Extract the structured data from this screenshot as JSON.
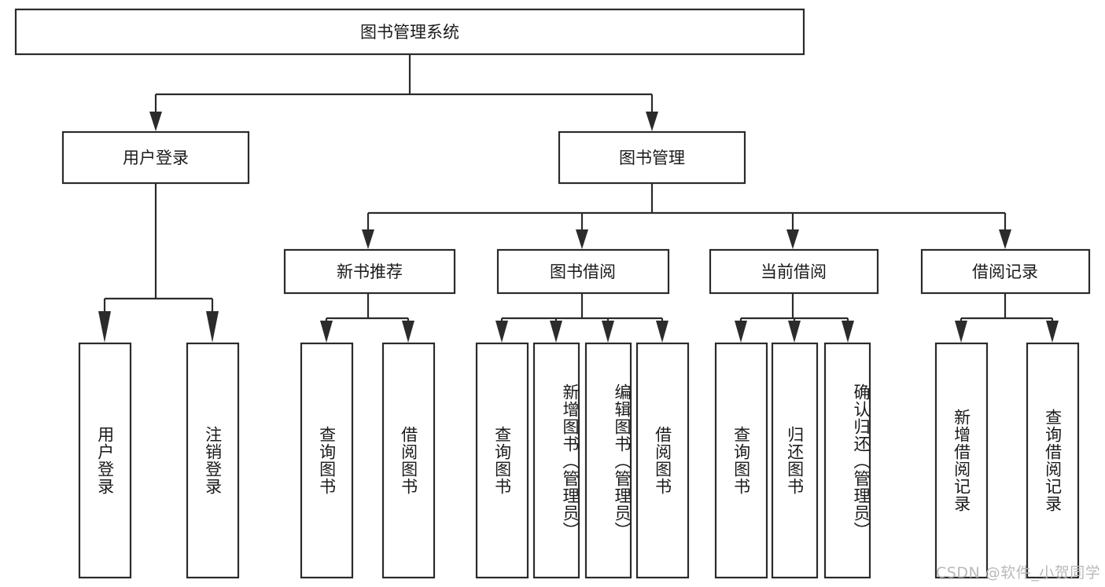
{
  "diagram": {
    "type": "tree-hierarchy-functional-decomposition",
    "root": {
      "id": "root",
      "label": "图书管理系统",
      "orientation": "horizontal"
    },
    "level2": [
      {
        "id": "user-login",
        "label": "用户登录",
        "orientation": "horizontal"
      },
      {
        "id": "book-manage",
        "label": "图书管理",
        "orientation": "horizontal"
      }
    ],
    "level3": [
      {
        "id": "new-book-recommend",
        "label": "新书推荐",
        "orientation": "horizontal",
        "parent": "book-manage"
      },
      {
        "id": "book-borrow",
        "label": "图书借阅",
        "orientation": "horizontal",
        "parent": "book-manage"
      },
      {
        "id": "current-borrow",
        "label": "当前借阅",
        "orientation": "horizontal",
        "parent": "book-manage"
      },
      {
        "id": "borrow-record",
        "label": "借阅记录",
        "orientation": "horizontal",
        "parent": "book-manage"
      }
    ],
    "leaves": [
      {
        "id": "leaf-user-login",
        "label": "用户登录",
        "orientation": "vertical",
        "parent": "user-login"
      },
      {
        "id": "leaf-logout-login",
        "label": "注销登录",
        "orientation": "vertical",
        "parent": "user-login"
      },
      {
        "id": "leaf-query-book-1",
        "label": "查询图书",
        "orientation": "vertical",
        "parent": "new-book-recommend"
      },
      {
        "id": "leaf-borrow-book-1",
        "label": "借阅图书",
        "orientation": "vertical",
        "parent": "new-book-recommend"
      },
      {
        "id": "leaf-query-book-2",
        "label": "查询图书",
        "orientation": "vertical",
        "parent": "book-borrow"
      },
      {
        "id": "leaf-add-book",
        "label": "新增图书（管理员）",
        "orientation": "vertical",
        "parent": "book-borrow"
      },
      {
        "id": "leaf-edit-book",
        "label": "编辑图书（管理员）",
        "orientation": "vertical",
        "parent": "book-borrow"
      },
      {
        "id": "leaf-borrow-book-2",
        "label": "借阅图书",
        "orientation": "vertical",
        "parent": "book-borrow"
      },
      {
        "id": "leaf-query-book-3",
        "label": "查询图书",
        "orientation": "vertical",
        "parent": "current-borrow"
      },
      {
        "id": "leaf-return-book",
        "label": "归还图书",
        "orientation": "vertical",
        "parent": "current-borrow"
      },
      {
        "id": "leaf-confirm-return",
        "label": "确认归还（管理员）",
        "orientation": "vertical",
        "parent": "current-borrow"
      },
      {
        "id": "leaf-add-record",
        "label": "新增借阅记录",
        "orientation": "vertical",
        "parent": "borrow-record"
      },
      {
        "id": "leaf-query-record",
        "label": "查询借阅记录",
        "orientation": "vertical",
        "parent": "borrow-record"
      }
    ],
    "colors": {
      "background": "#ffffff",
      "box_fill": "#ffffff",
      "box_stroke": "#2b2b2b",
      "text": "#1a1a1a",
      "connector": "#2b2b2b",
      "watermark": "#b9b9b9"
    }
  },
  "watermark": {
    "text": "CSDN @软件_小贺同学"
  }
}
